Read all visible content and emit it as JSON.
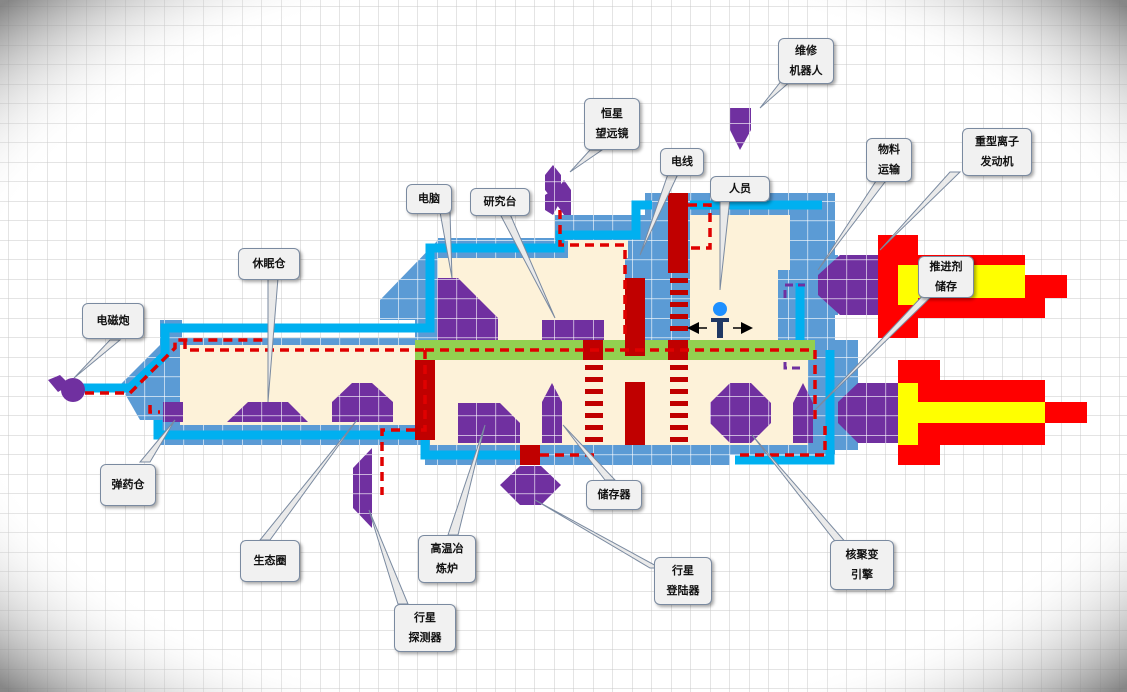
{
  "labels": {
    "railgun": "电磁炮",
    "ammo": "弹药仓",
    "hibernation": [
      "休眠仓"
    ],
    "ecosphere": "生态圈",
    "probe": [
      "行星",
      "探测器"
    ],
    "smelter": [
      "高温冶",
      "炼炉"
    ],
    "computer": "电脑",
    "research": "研究台",
    "telescope": [
      "恒星",
      "望远镜"
    ],
    "cable": "电线",
    "repair_robot": [
      "维修",
      "机器人"
    ],
    "personnel": "人员",
    "transport": [
      "物料",
      "运输"
    ],
    "ion_engine": [
      "重型离子",
      "发动机"
    ],
    "propellant": [
      "推进剂",
      "储存"
    ],
    "storage": "储存器",
    "lander": [
      "行星",
      "登陆器"
    ],
    "fusion_engine": [
      "核聚变",
      "引擎"
    ]
  },
  "colors": {
    "hull": "#5b9bd5",
    "interior": "#fdf2d9",
    "module": "#7030a0",
    "conduit": "#00b0f0",
    "corridor": "#92d050",
    "power_line": "#e00000",
    "wall": "#c00000",
    "flame_outer": "#ff0000",
    "flame_inner": "#ffff00",
    "person": "#1f3864",
    "person_head": "#1e90ff"
  },
  "icons": {
    "person": "person-icon",
    "move_left": "arrow-left-icon",
    "move_right": "arrow-right-icon"
  }
}
